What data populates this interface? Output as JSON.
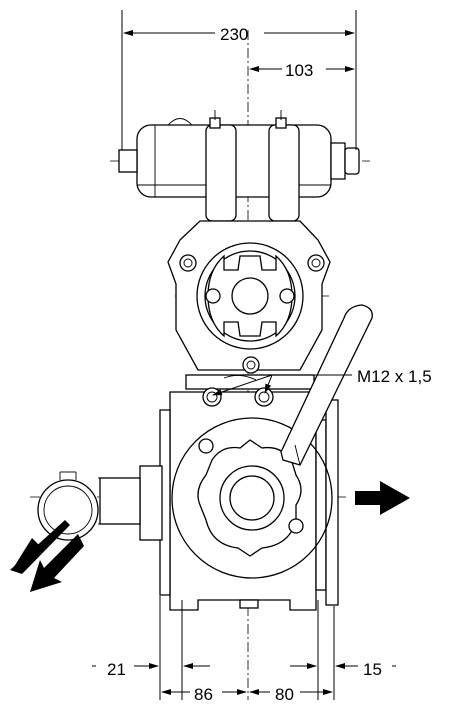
{
  "dimensions": {
    "overall_width": "230",
    "center_to_right": "103",
    "left_flange": "21",
    "right_flange": "15",
    "center_to_left_face": "86",
    "center_to_right_face": "80"
  },
  "thread_callout": "M12 x 1,5",
  "icons": {
    "inlet": "double-arrow-inlet-icon",
    "outlet": "arrow-outlet-icon"
  }
}
